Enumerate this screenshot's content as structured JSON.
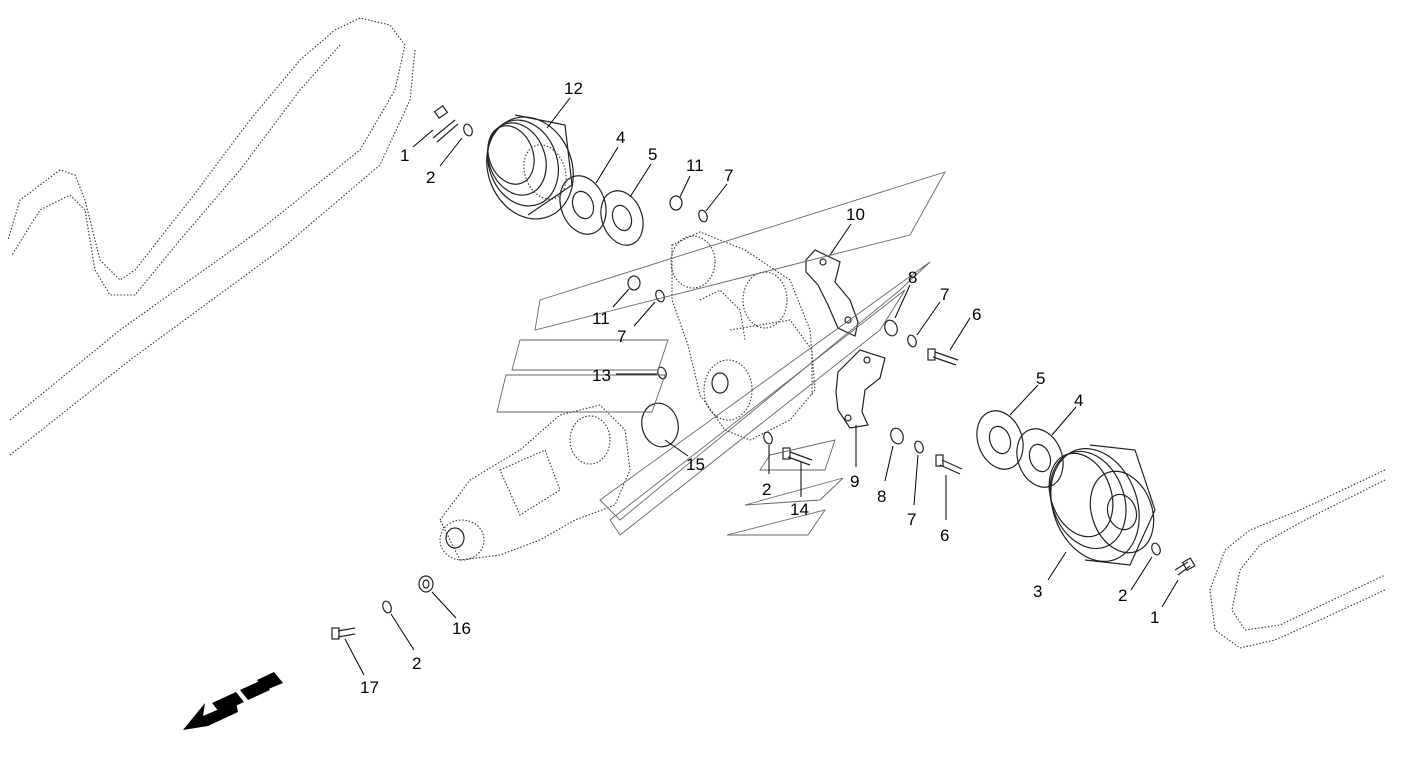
{
  "diagram": {
    "type": "exploded-parts-view",
    "callouts": [
      {
        "id": "c1a",
        "text": "1"
      },
      {
        "id": "c2a",
        "text": "2"
      },
      {
        "id": "c12",
        "text": "12"
      },
      {
        "id": "c4a",
        "text": "4"
      },
      {
        "id": "c5a",
        "text": "5"
      },
      {
        "id": "c11a",
        "text": "11"
      },
      {
        "id": "c7a",
        "text": "7"
      },
      {
        "id": "c10",
        "text": "10"
      },
      {
        "id": "c8a",
        "text": "8"
      },
      {
        "id": "c7b",
        "text": "7"
      },
      {
        "id": "c6a",
        "text": "6"
      },
      {
        "id": "c11b",
        "text": "11"
      },
      {
        "id": "c7c",
        "text": "7"
      },
      {
        "id": "c13",
        "text": "13"
      },
      {
        "id": "c15",
        "text": "15"
      },
      {
        "id": "c2b",
        "text": "2"
      },
      {
        "id": "c14",
        "text": "14"
      },
      {
        "id": "c9",
        "text": "9"
      },
      {
        "id": "c8b",
        "text": "8"
      },
      {
        "id": "c7d",
        "text": "7"
      },
      {
        "id": "c6b",
        "text": "6"
      },
      {
        "id": "c5b",
        "text": "5"
      },
      {
        "id": "c4b",
        "text": "4"
      },
      {
        "id": "c3",
        "text": "3"
      },
      {
        "id": "c2c",
        "text": "2"
      },
      {
        "id": "c1b",
        "text": "1"
      },
      {
        "id": "c16",
        "text": "16"
      },
      {
        "id": "c2d",
        "text": "2"
      },
      {
        "id": "c17",
        "text": "17"
      }
    ],
    "line_color": "#000000",
    "background": "#ffffff"
  }
}
